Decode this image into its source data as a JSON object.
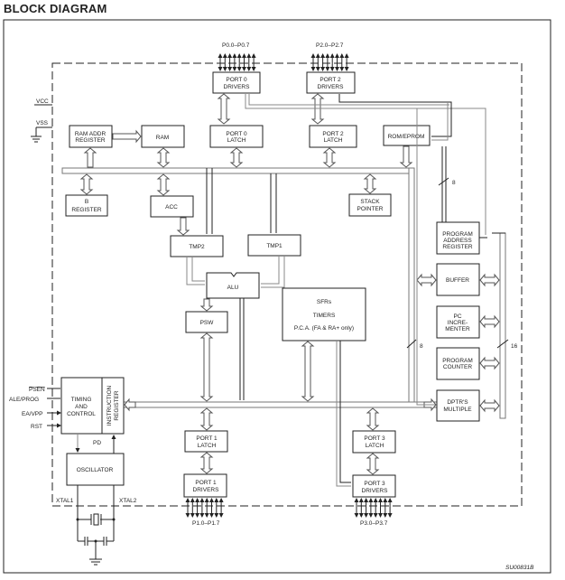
{
  "title": "BLOCK DIAGRAM",
  "figure_id": "SU00831B",
  "pins": {
    "vcc": "VCC",
    "vss": "VSS",
    "psen": "PSEN",
    "ale_prog": "ALE/PROG",
    "ea_vpp": "EA/VPP",
    "rst": "RST",
    "xtal1": "XTAL1",
    "xtal2": "XTAL2",
    "pd": "PD"
  },
  "port_pins": {
    "p0": "P0.0–P0.7",
    "p2": "P2.0–P2.7",
    "p1": "P1.0–P1.7",
    "p3": "P3.0–P3.7"
  },
  "blocks": {
    "port0_drivers": [
      "PORT 0",
      "DRIVERS"
    ],
    "port2_drivers": [
      "PORT 2",
      "DRIVERS"
    ],
    "ram_addr_register": [
      "RAM ADDR",
      "REGISTER"
    ],
    "ram": [
      "RAM"
    ],
    "port0_latch": [
      "PORT 0",
      "LATCH"
    ],
    "port2_latch": [
      "PORT 2",
      "LATCH"
    ],
    "rom_eprom": [
      "ROM/EPROM"
    ],
    "b_register": [
      "B",
      "REGISTER"
    ],
    "acc": [
      "ACC"
    ],
    "stack_pointer": [
      "STACK",
      "POINTER"
    ],
    "tmp2": [
      "TMP2"
    ],
    "tmp1": [
      "TMP1"
    ],
    "alu": [
      "ALU"
    ],
    "psw": [
      "PSW"
    ],
    "sfrs": [
      "SFRs",
      "TIMERS",
      "P.C.A. (FA & RA+ only)"
    ],
    "program_address_register": [
      "PROGRAM",
      "ADDRESS",
      "REGISTER"
    ],
    "buffer": [
      "BUFFER"
    ],
    "pc_incrementer": [
      "PC",
      "INCRE-",
      "MENTER"
    ],
    "program_counter": [
      "PROGRAM",
      "COUNTER"
    ],
    "dptrs_multiple": [
      "DPTR'S",
      "MULTIPLE"
    ],
    "timing_and_control": [
      "TIMING",
      "AND",
      "CONTROL"
    ],
    "instruction_register": [
      "INSTRUCTION",
      "REGISTER"
    ],
    "oscillator": [
      "OSCILLATOR"
    ],
    "port1_latch": [
      "PORT 1",
      "LATCH"
    ],
    "port1_drivers": [
      "PORT 1",
      "DRIVERS"
    ],
    "port3_latch": [
      "PORT 3",
      "LATCH"
    ],
    "port3_drivers": [
      "PORT 3",
      "DRIVERS"
    ]
  },
  "bus_widths": {
    "rom_to_par": "8",
    "internal_to_dptr": "8",
    "pc_bus": "16"
  }
}
